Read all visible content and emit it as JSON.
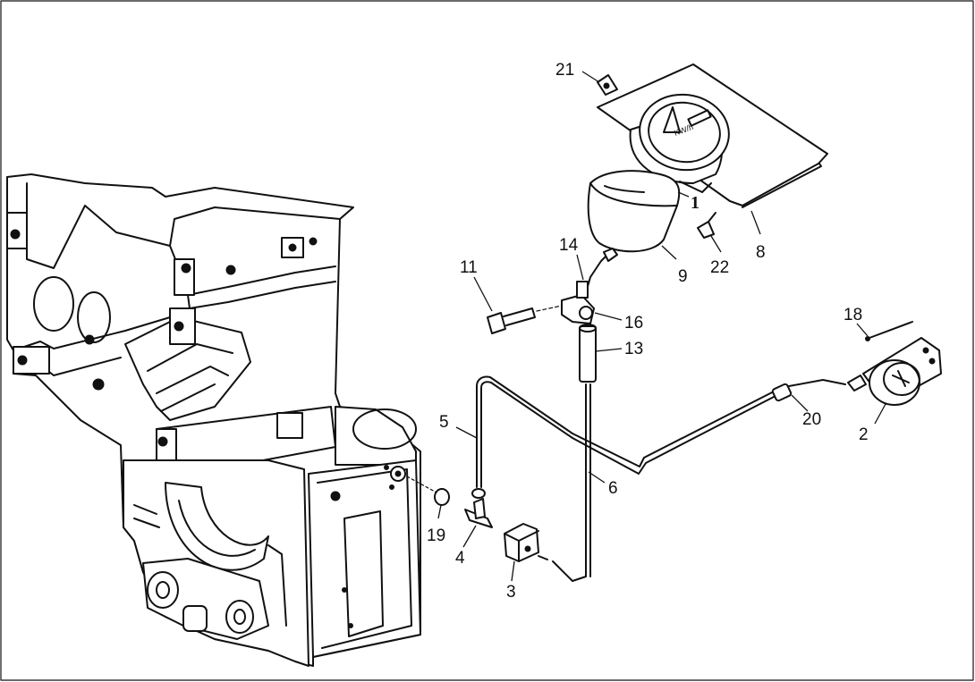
{
  "diagram": {
    "part_callouts": [
      {
        "id": "1",
        "text": "1"
      },
      {
        "id": "2",
        "text": "2"
      },
      {
        "id": "3",
        "text": "3"
      },
      {
        "id": "4",
        "text": "4"
      },
      {
        "id": "5",
        "text": "5"
      },
      {
        "id": "6",
        "text": "6"
      },
      {
        "id": "8",
        "text": "8"
      },
      {
        "id": "9",
        "text": "9"
      },
      {
        "id": "11",
        "text": "11"
      },
      {
        "id": "13",
        "text": "13"
      },
      {
        "id": "14",
        "text": "14"
      },
      {
        "id": "16",
        "text": "16"
      },
      {
        "id": "18",
        "text": "18"
      },
      {
        "id": "19",
        "text": "19"
      },
      {
        "id": "20",
        "text": "20"
      },
      {
        "id": "21",
        "text": "21"
      },
      {
        "id": "22",
        "text": "22"
      }
    ],
    "gauge_face_text": "KW/h",
    "line_color": "#111111",
    "background_color": "#ffffff"
  }
}
